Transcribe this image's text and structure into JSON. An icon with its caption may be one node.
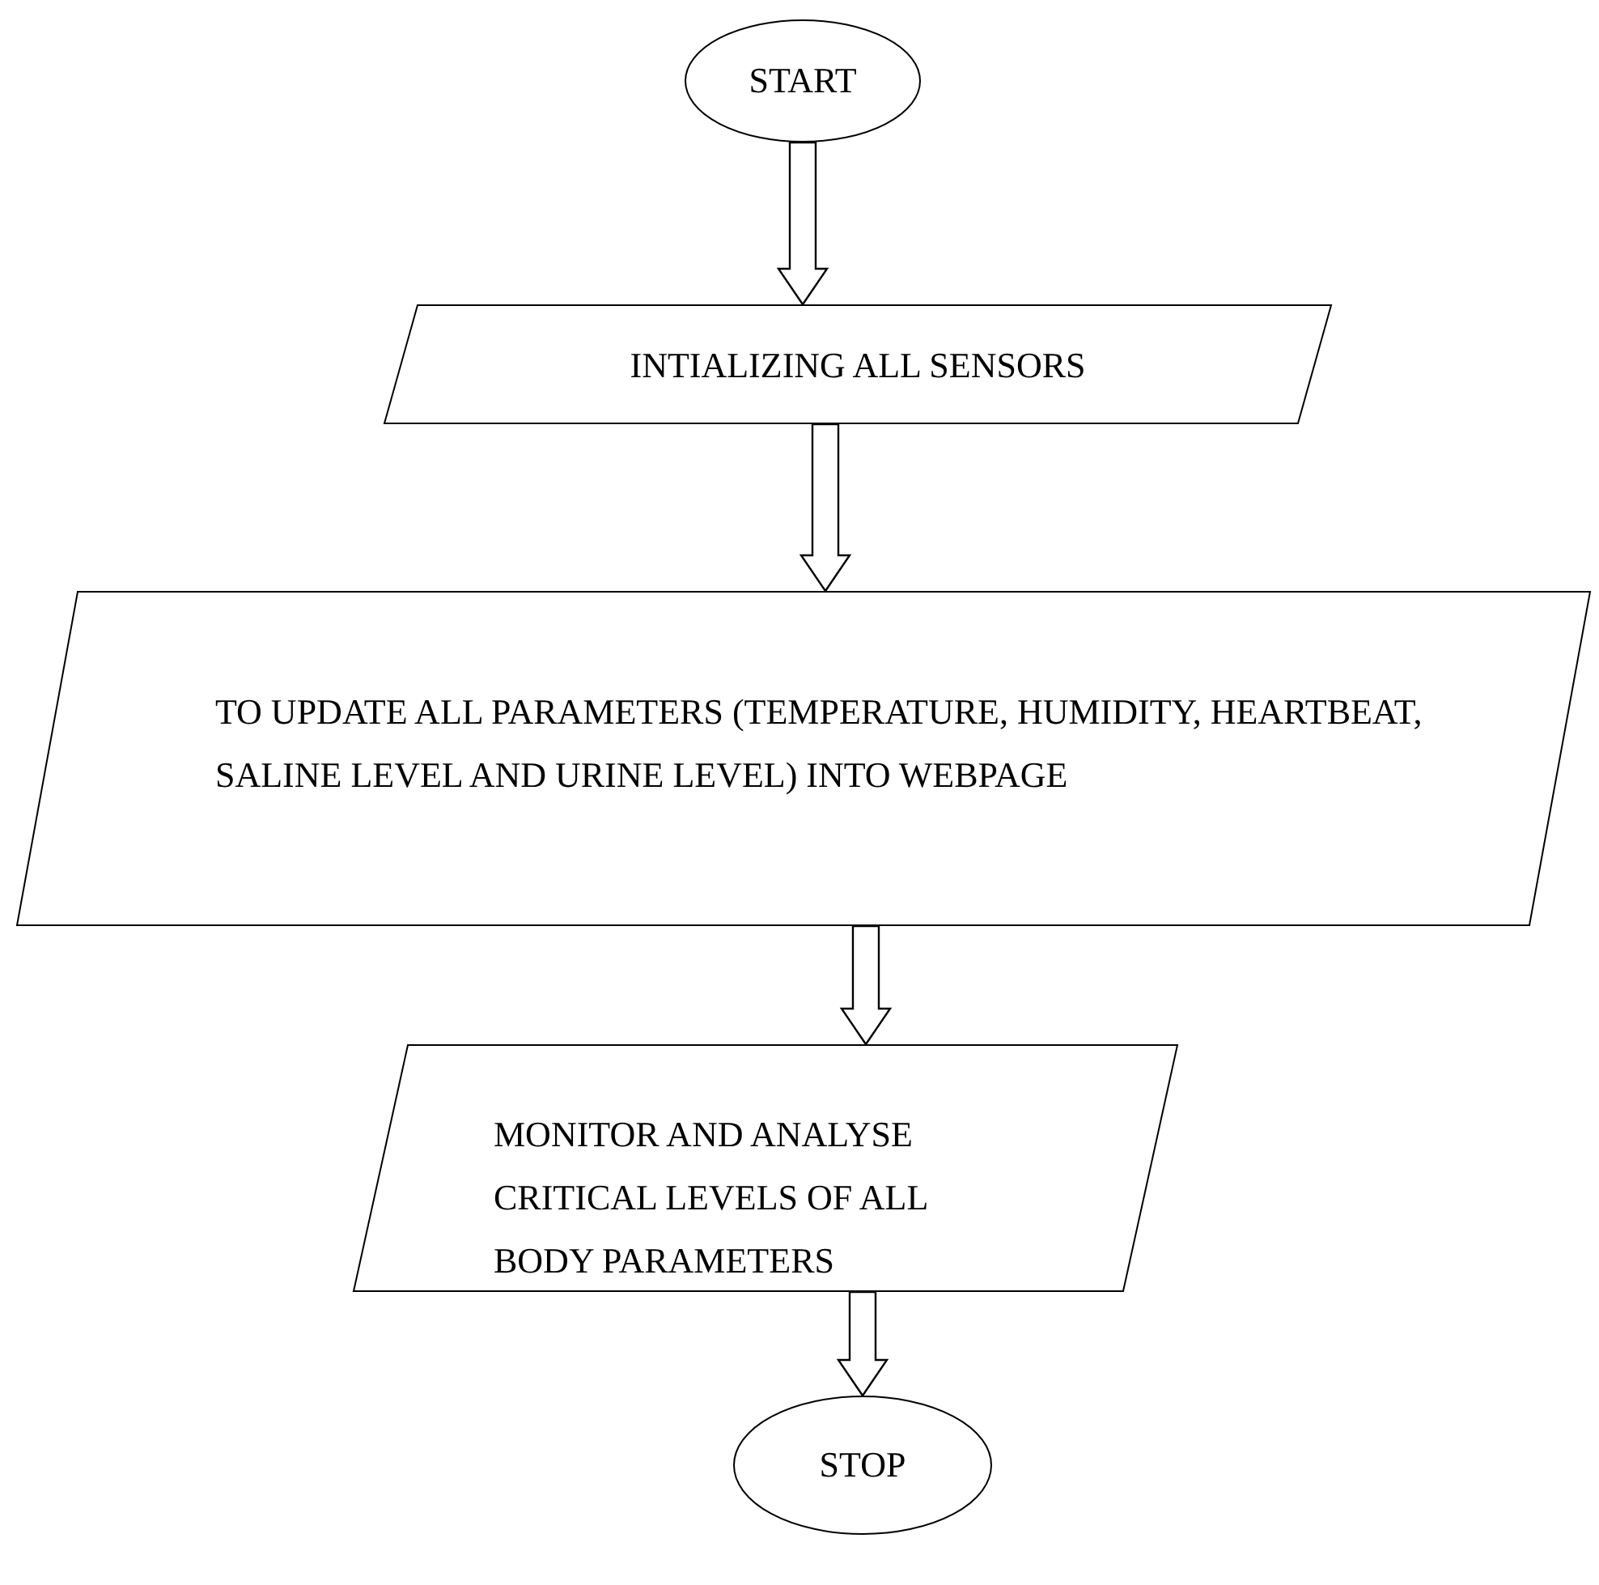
{
  "diagram": {
    "nodes": [
      {
        "text": [
          "START"
        ]
      },
      {
        "text": [
          "INTIALIZING ALL SENSORS"
        ]
      },
      {
        "text": [
          "TO UPDATE ALL PARAMETERS (TEMPERATURE, HUMIDITY, HEARTBEAT, SALINE LEVEL AND URINE LEVEL) INTO WEBPAGE"
        ]
      },
      {
        "text": [
          "MONITOR AND ANALYSE CRITICAL LEVELS OF ALL BODY PARAMETERS"
        ]
      },
      {
        "text": [
          "STOP"
        ]
      }
    ],
    "edges": [
      {
        "from": 0,
        "to": 1,
        "arrow": "to"
      },
      {
        "from": 1,
        "to": 2,
        "arrow": "to"
      },
      {
        "from": 2,
        "to": 3,
        "arrow": "to"
      },
      {
        "from": 3,
        "to": 4,
        "arrow": "to"
      }
    ]
  }
}
